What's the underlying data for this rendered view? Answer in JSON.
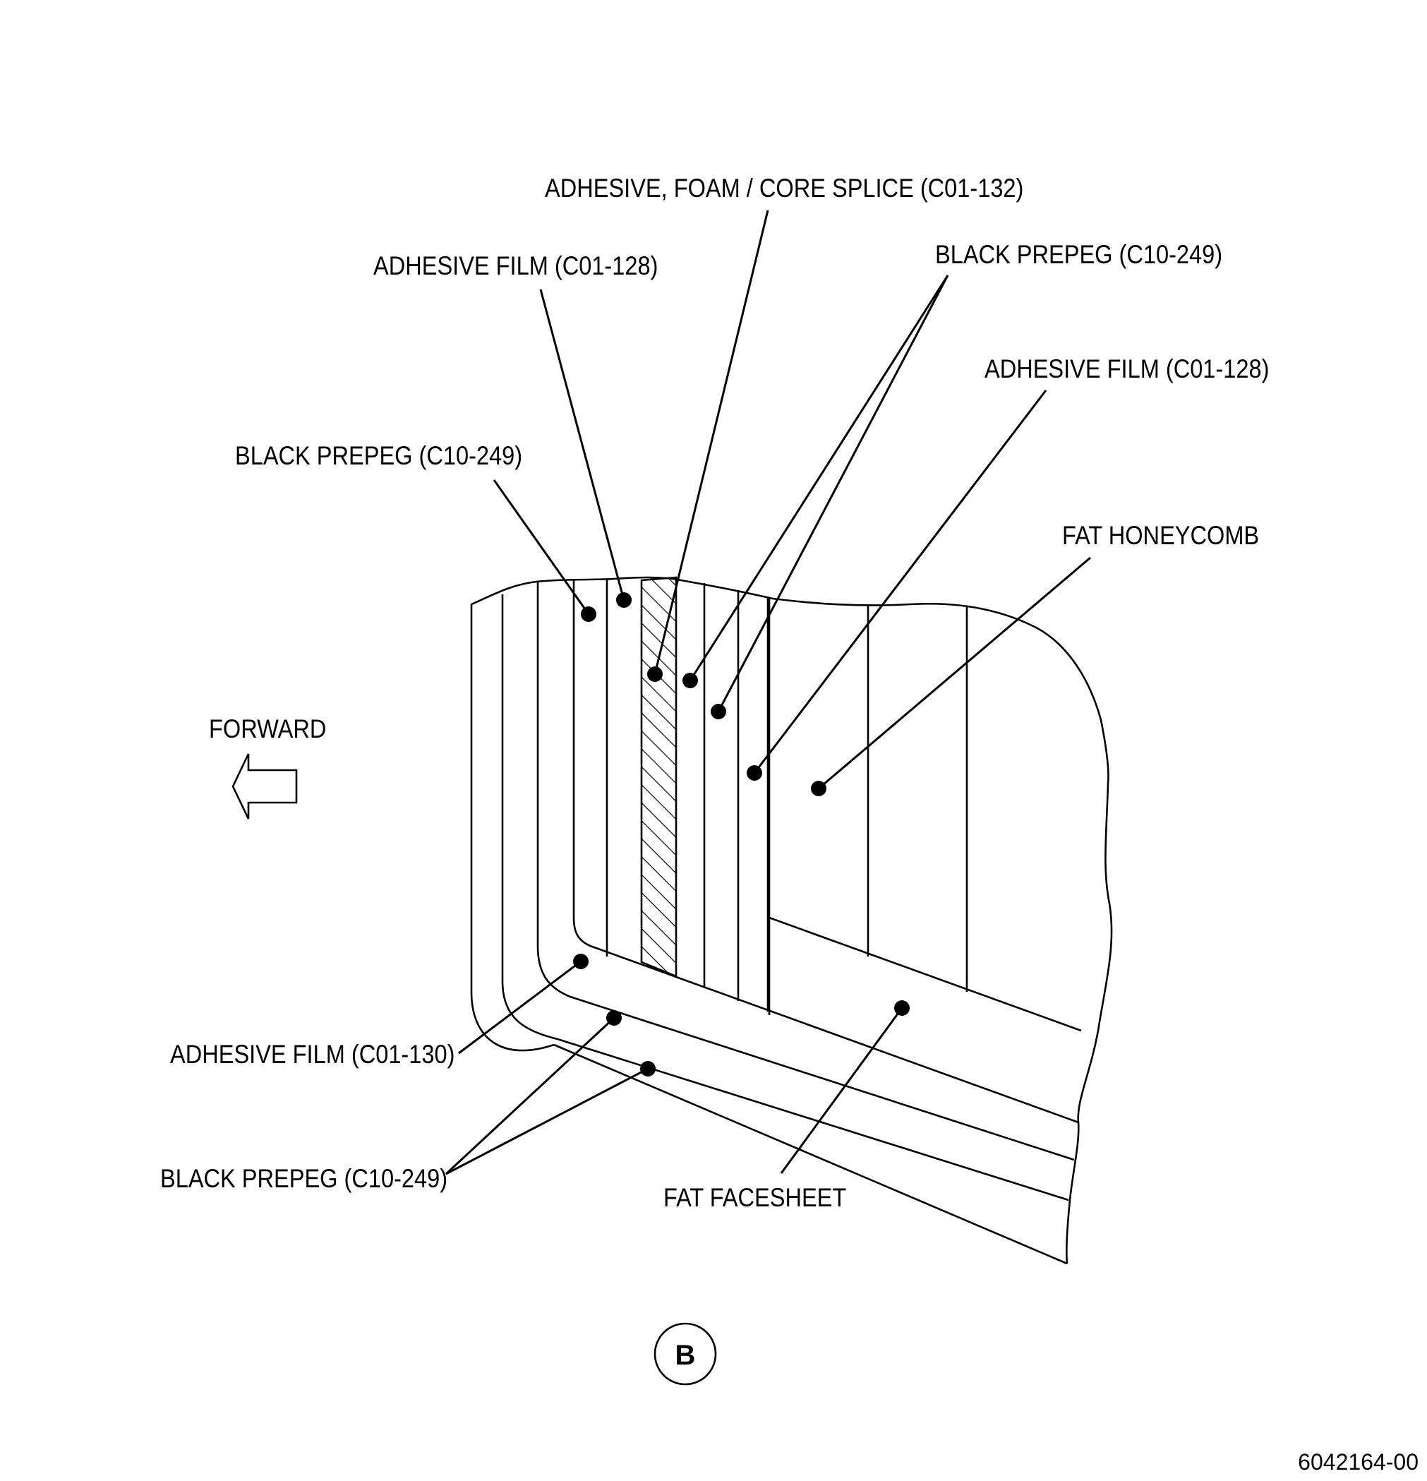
{
  "callouts": {
    "splice": "ADHESIVE, FOAM / CORE SPLICE (C01-132)",
    "adhesive_film_top_left": "ADHESIVE FILM (C01-128)",
    "black_prepeg_top_right": "BLACK PREPEG (C10-249)",
    "adhesive_film_right": "ADHESIVE FILM (C01-128)",
    "black_prepeg_left": "BLACK PREPEG (C10-249)",
    "fat_honeycomb": "FAT HONEYCOMB",
    "adhesive_film_bottom": "ADHESIVE FILM (C01-130)",
    "black_prepeg_bottom": "BLACK PREPEG (C10-249)",
    "fat_facesheet": "FAT FACESHEET"
  },
  "direction_label": "FORWARD",
  "detail_letter": "B",
  "figure_number": "6042164-00",
  "colors": {
    "ink": "#000000",
    "background": "#ffffff"
  }
}
